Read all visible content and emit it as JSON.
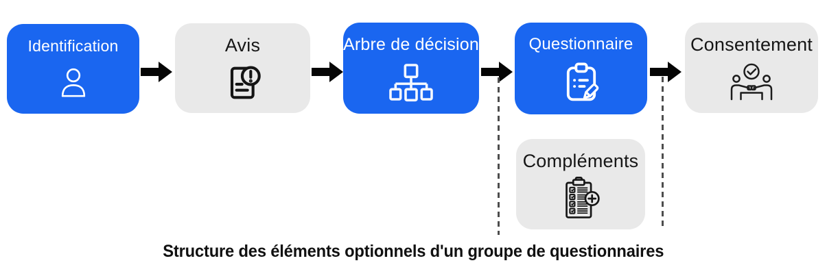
{
  "diagram": {
    "caption": "Structure des éléments optionnels d'un groupe de questionnaires",
    "steps": [
      {
        "label": "Identification",
        "icon": "person-icon",
        "state": "blue"
      },
      {
        "label": "Avis",
        "icon": "document-alert-icon",
        "state": "gray"
      },
      {
        "label": "Arbre de décision",
        "icon": "decision-tree-icon",
        "state": "blue"
      },
      {
        "label": "Questionnaire",
        "icon": "clipboard-pencil-icon",
        "state": "blue"
      },
      {
        "label": "Consentement",
        "icon": "handshake-check-icon",
        "state": "gray"
      }
    ],
    "optional_step": {
      "label": "Compléments",
      "icon": "clipboard-plus-icon",
      "state": "gray"
    },
    "colors": {
      "active_blue": "#1a66f0",
      "inactive_gray": "#e9e9e9",
      "arrow_black": "#050505",
      "dashed_line_gray": "#4d4d4d"
    }
  }
}
